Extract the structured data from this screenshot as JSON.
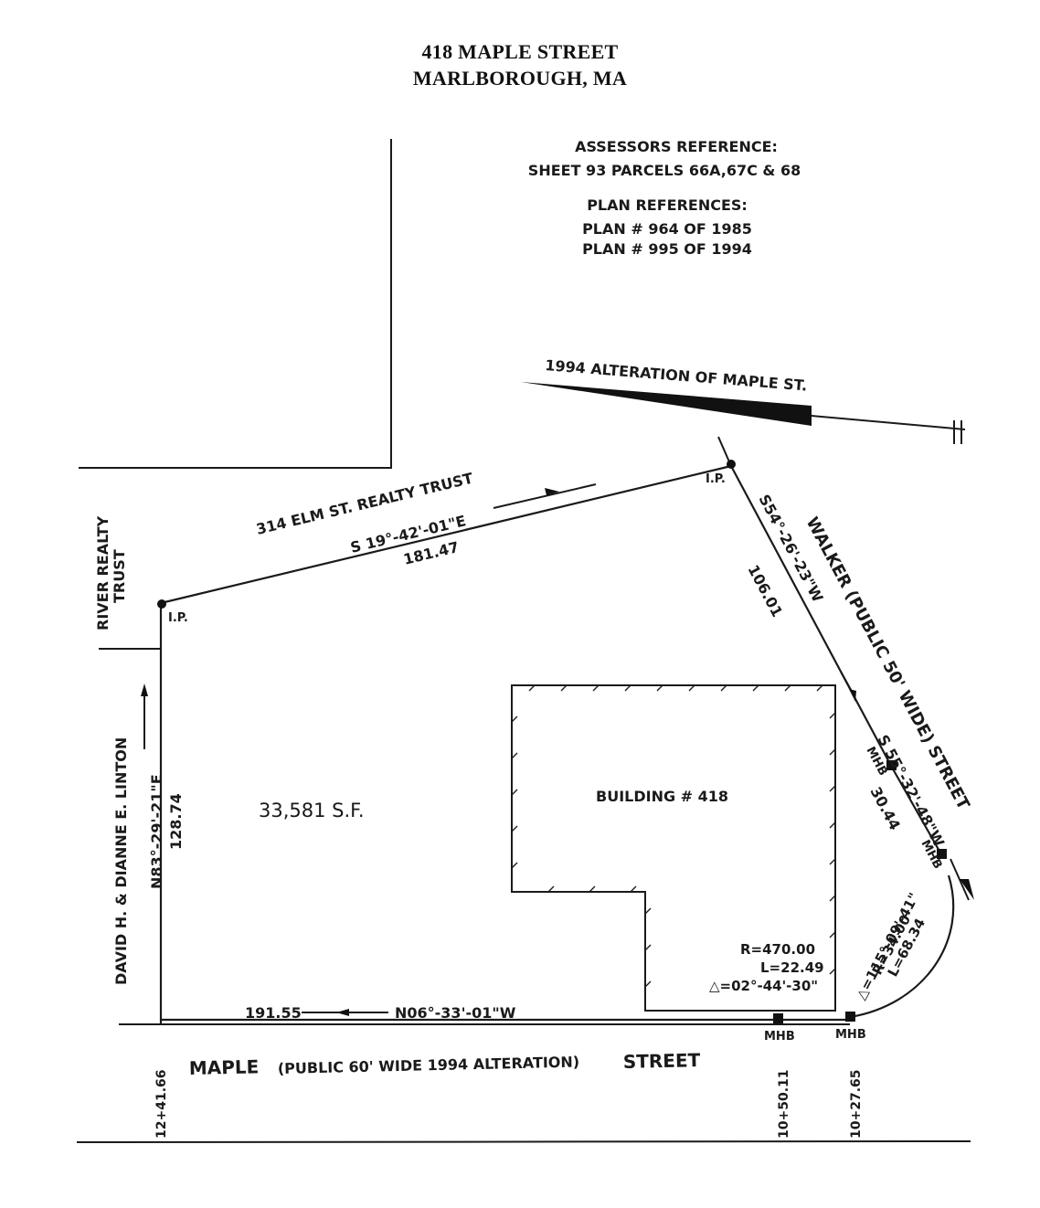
{
  "header": {
    "line1": "418 MAPLE STREET",
    "line2": "MARLBOROUGH, MA"
  },
  "references": {
    "assessors_title": "ASSESSORS REFERENCE:",
    "assessors_value": "SHEET 93 PARCELS 66A,67C & 68",
    "plan_title": "PLAN REFERENCES:",
    "plan_1": "PLAN # 964 OF 1985",
    "plan_2": "PLAN # 995 OF 1994"
  },
  "labels": {
    "alteration": "1994 ALTERATION OF MAPLE ST.",
    "north_abutter": "314 ELM ST. REALTY TRUST",
    "north_bearing": "S 19°-42'-01\"E",
    "north_distance": "181.47",
    "east_bearing": "S54°-26'-23\"W",
    "east_distance": "106.01",
    "east_bearing2": "S 55°-32'-48\"W",
    "east_distance2": "30.44",
    "walker_street": "WALKER (PUBLIC 50' WIDE) STREET",
    "west_abutter_1": "RIVER REALTY",
    "west_abutter_2": "TRUST",
    "west_abutter_3": "DAVID H. & DIANNE E. LINTON",
    "west_bearing": "N83°-29'-21\"E",
    "west_distance": "128.74",
    "area": "33,581 S.F.",
    "building": "BUILDING # 418",
    "south_distance": "191.55",
    "south_bearing": "N06°-33'-01\"W",
    "curve1_r": "R=470.00",
    "curve1_l": "L=22.49",
    "curve1_delta": "△=02°-44'-30\"",
    "curve2_delta": "△=115°-09'-41\"",
    "curve2_r": "R=34.00",
    "curve2_l": "L=68.34",
    "ip": "I.P.",
    "mhb": "MHB",
    "maple_street": "MAPLE",
    "maple_detail": "(PUBLIC 60' WIDE 1994 ALTERATION)",
    "maple_street_suffix": "STREET",
    "station_1": "12+41.66",
    "station_2": "10+50.11",
    "station_3": "10+27.65"
  }
}
